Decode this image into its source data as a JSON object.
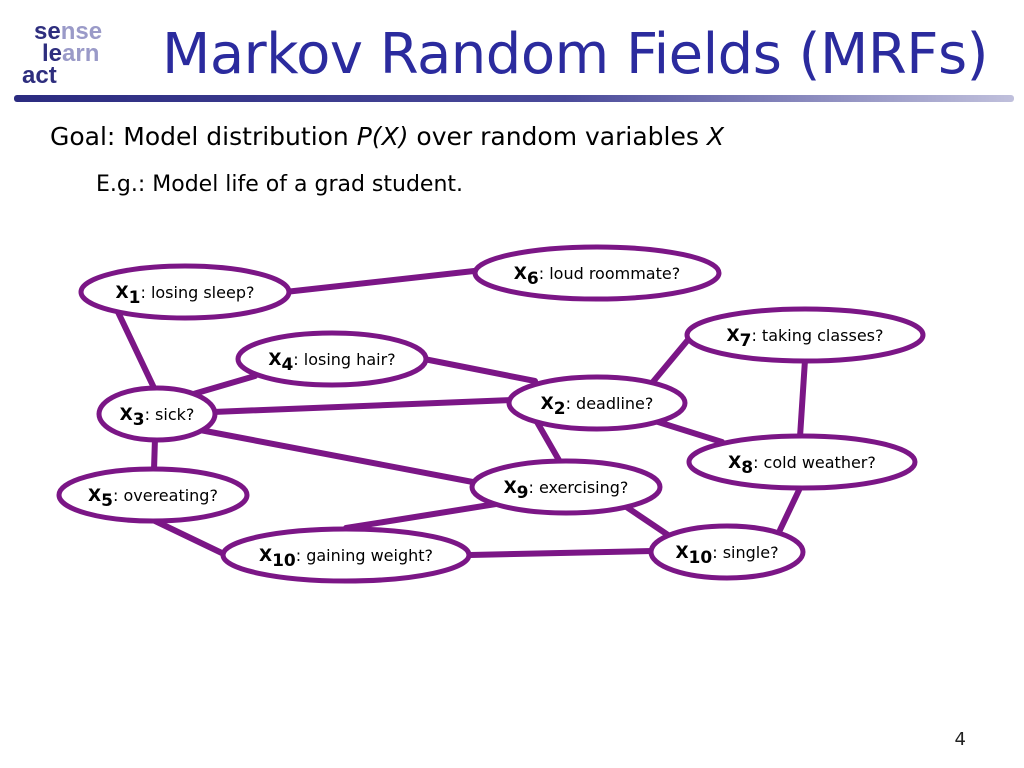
{
  "logo": {
    "line1_a": "se",
    "line1_b": "nse",
    "line2_a": "le",
    "line2_b": "arn",
    "line3_a": "act"
  },
  "title": "Markov Random Fields (MRFs)",
  "goal": {
    "prefix": "Goal: Model distribution ",
    "px": "P(X)",
    "middle": " over random variables ",
    "x": "X"
  },
  "example": "E.g.:  Model life of a grad student.",
  "nodes": [
    {
      "id": "x1",
      "var": "X",
      "sub": "1",
      "label": ": losing sleep?"
    },
    {
      "id": "x6",
      "var": "X",
      "sub": "6",
      "label": ": loud roommate?"
    },
    {
      "id": "x7",
      "var": "X",
      "sub": "7",
      "label": ": taking classes?"
    },
    {
      "id": "x4",
      "var": "X",
      "sub": "4",
      "label": ": losing hair?"
    },
    {
      "id": "x2",
      "var": "X",
      "sub": "2",
      "label": ": deadline?"
    },
    {
      "id": "x3",
      "var": "X",
      "sub": "3",
      "label": ": sick?"
    },
    {
      "id": "x8",
      "var": "X",
      "sub": "8",
      "label": ": cold weather?"
    },
    {
      "id": "x9",
      "var": "X",
      "sub": "9",
      "label": ": exercising?"
    },
    {
      "id": "x5",
      "var": "X",
      "sub": "5",
      "label": ": overeating?"
    },
    {
      "id": "x10a",
      "var": "X",
      "sub": "10",
      "label": ": gaining weight?"
    },
    {
      "id": "x10b",
      "var": "X",
      "sub": "10",
      "label": ": single?"
    }
  ],
  "edges": [
    [
      "x1",
      "x6"
    ],
    [
      "x1",
      "x3"
    ],
    [
      "x4",
      "x3"
    ],
    [
      "x4",
      "x2"
    ],
    [
      "x3",
      "x2"
    ],
    [
      "x3",
      "x9"
    ],
    [
      "x3",
      "x5"
    ],
    [
      "x2",
      "x7"
    ],
    [
      "x2",
      "x8"
    ],
    [
      "x2",
      "x9"
    ],
    [
      "x7",
      "x8"
    ],
    [
      "x8",
      "x10b"
    ],
    [
      "x9",
      "x10b"
    ],
    [
      "x9",
      "x10a"
    ],
    [
      "x5",
      "x10a"
    ],
    [
      "x10a",
      "x10b"
    ]
  ],
  "colors": {
    "edge": "#7b1686",
    "title": "#2b2b9e"
  },
  "page_number": "4"
}
